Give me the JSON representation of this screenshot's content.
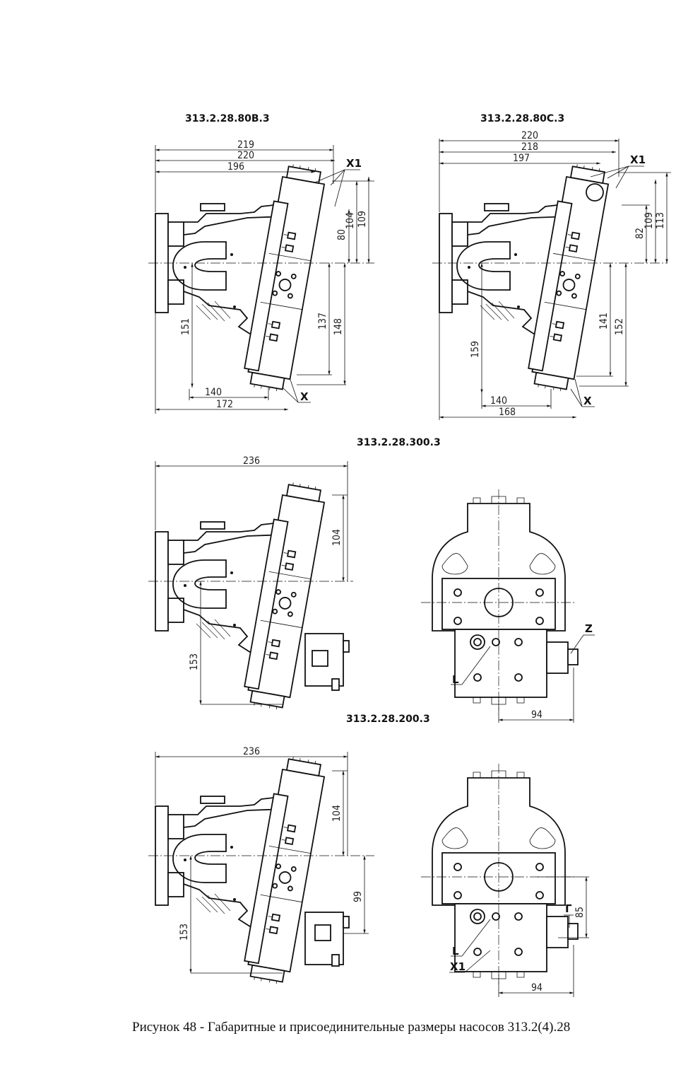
{
  "caption": "Рисунок 48 - Габаритные и присоединительные размеры насосов 313.2(4).28",
  "figures": {
    "view_a": {
      "title": "313.2.28.80В.3",
      "dims": {
        "d219": "219",
        "d220": "220",
        "d196": "196",
        "d80": "80",
        "d104": "104",
        "d109": "109",
        "d137": "137",
        "d148": "148",
        "d151": "151",
        "d140": "140",
        "d172": "172"
      },
      "ports": {
        "x1": "X1",
        "x": "X"
      }
    },
    "view_b": {
      "title": "313.2.28.80С.3",
      "dims": {
        "d220": "220",
        "d218": "218",
        "d197": "197",
        "d82": "82",
        "d109": "109",
        "d113": "113",
        "d141": "141",
        "d152": "152",
        "d159": "159",
        "d140": "140",
        "d168": "168"
      },
      "ports": {
        "x1": "X1",
        "x": "X"
      }
    },
    "view_c": {
      "title": "313.2.28.300.3",
      "dims": {
        "d236": "236",
        "d104": "104",
        "d153": "153",
        "d94": "94"
      },
      "ports": {
        "z": "Z",
        "l": "L"
      }
    },
    "view_d": {
      "title": "313.2.28.200.3",
      "dims": {
        "d236": "236",
        "d104": "104",
        "d99": "99",
        "d153": "153",
        "d85": "85",
        "d94": "94"
      },
      "ports": {
        "g": "Г",
        "l": "L",
        "x1": "X1"
      }
    }
  }
}
